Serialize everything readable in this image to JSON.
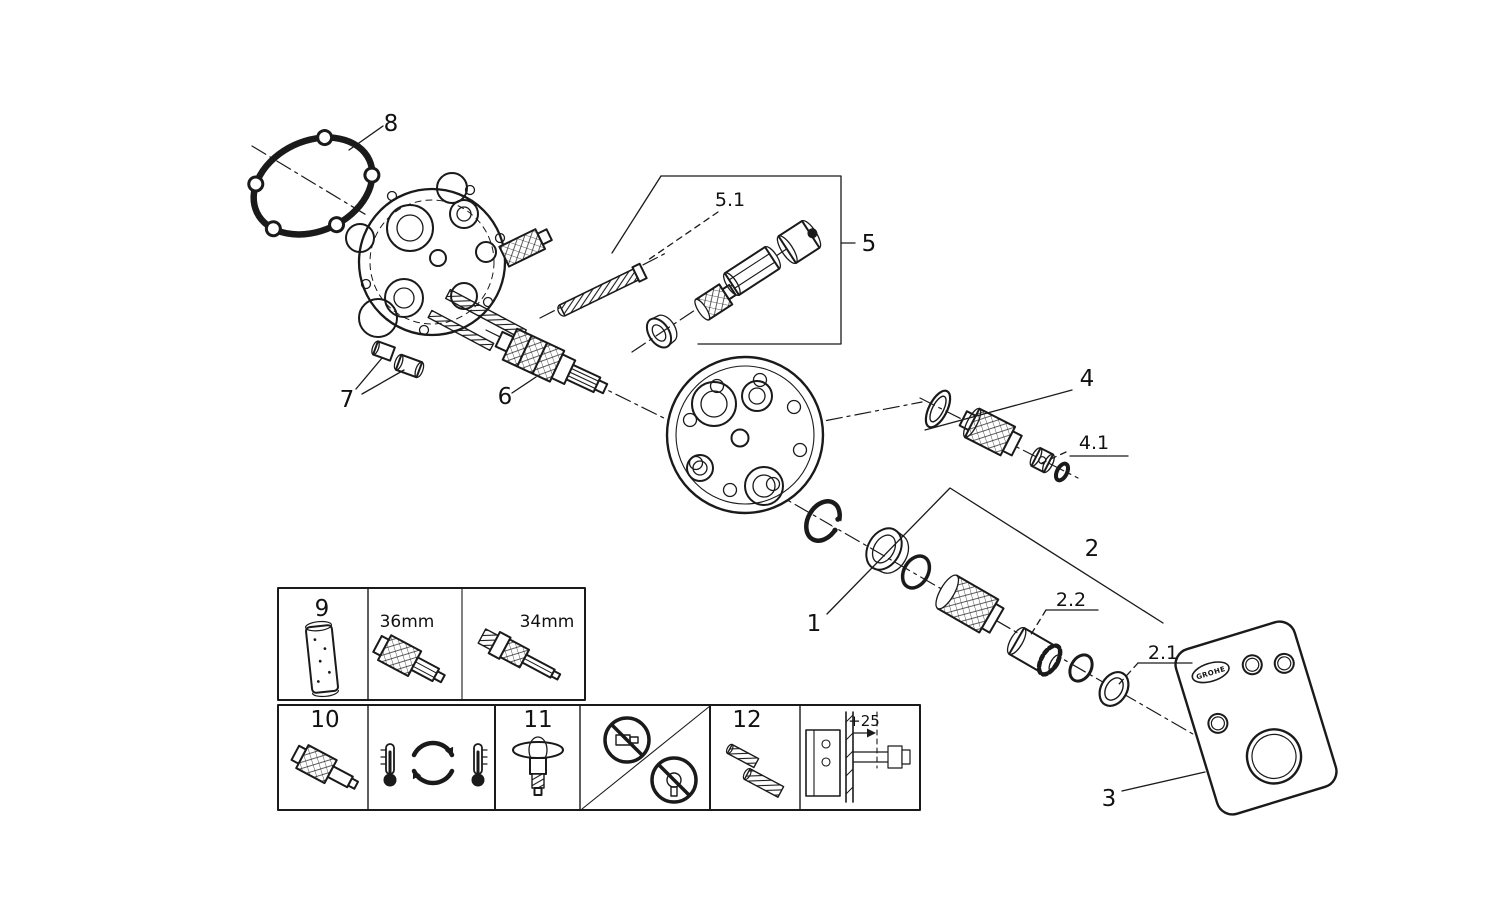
{
  "diagram": {
    "background": "#ffffff",
    "line_color": "#1a1a1a",
    "logo_text": "GROHE",
    "part_labels": {
      "p1": "1",
      "p2": "2",
      "p2_1": "2.1",
      "p2_2": "2.2",
      "p3": "3",
      "p4": "4",
      "p4_1": "4.1",
      "p5": "5",
      "p5_1": "5.1",
      "p6": "6",
      "p7": "7",
      "p8": "8",
      "p9": "9",
      "p10": "10",
      "p11": "11",
      "p12": "12"
    },
    "dimensions": {
      "cartridge_large": "36mm",
      "cartridge_small": "34mm",
      "extension_depth": "+25"
    }
  }
}
